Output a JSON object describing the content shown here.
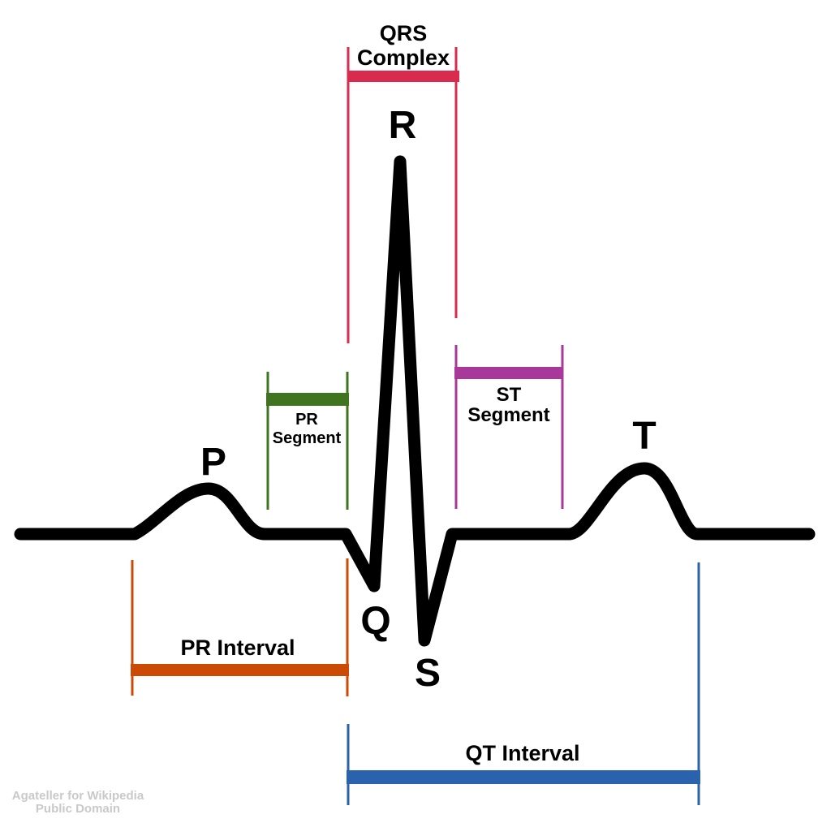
{
  "diagram": {
    "title": "ECG waveform with labeled waves, segments and intervals",
    "background_color": "#ffffff",
    "trace_color": "#000000",
    "wave_labels": {
      "p": "P",
      "q": "Q",
      "r": "R",
      "s": "S",
      "t": "T"
    },
    "annotations": {
      "qrs_complex": {
        "label": "QRS\nComplex",
        "color": "#D92B4D"
      },
      "pr_segment": {
        "label": "PR\nSegment",
        "color": "#417421"
      },
      "st_segment": {
        "label": "ST\nSegment",
        "color": "#A8399B"
      },
      "pr_interval": {
        "label": "PR Interval",
        "color": "#CB4A06"
      },
      "qt_interval": {
        "label": "QT Interval",
        "color": "#2A62AE"
      }
    },
    "watermark": {
      "text": "Agateller for Wikipedia\nPublic Domain",
      "color": "#C9C9C9"
    }
  }
}
